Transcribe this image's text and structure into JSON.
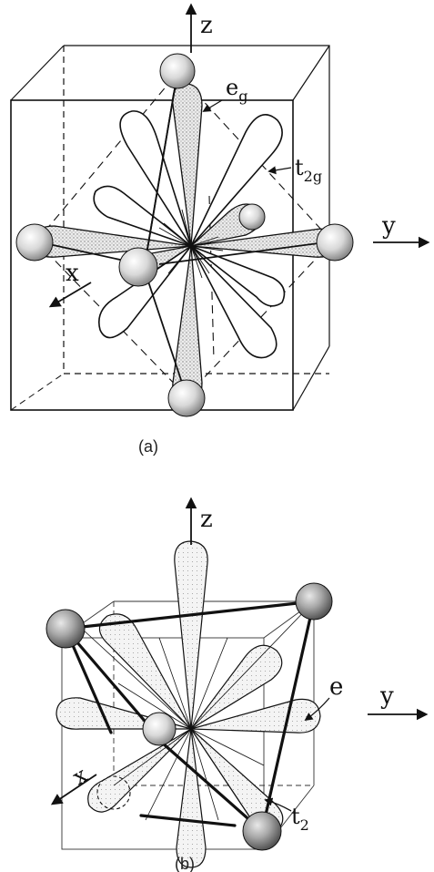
{
  "panel_a": {
    "axis_z": "z",
    "axis_y": "y",
    "axis_x": "x",
    "label_eg_main": "e",
    "label_eg_sub": "g",
    "label_t2g_main": "t",
    "label_t2g_sub": "2g",
    "caption": "(a)"
  },
  "panel_b": {
    "axis_z": "z",
    "axis_y": "y",
    "axis_x": "x",
    "label_e": "e",
    "label_t2_main": "t",
    "label_t2_sub": "2",
    "caption": "(b)"
  },
  "colors": {
    "ink": "#111111",
    "stipple": "#9a9a9a",
    "ball_light": "#f4f4f4",
    "ball_dark": "#7a7a7a"
  }
}
